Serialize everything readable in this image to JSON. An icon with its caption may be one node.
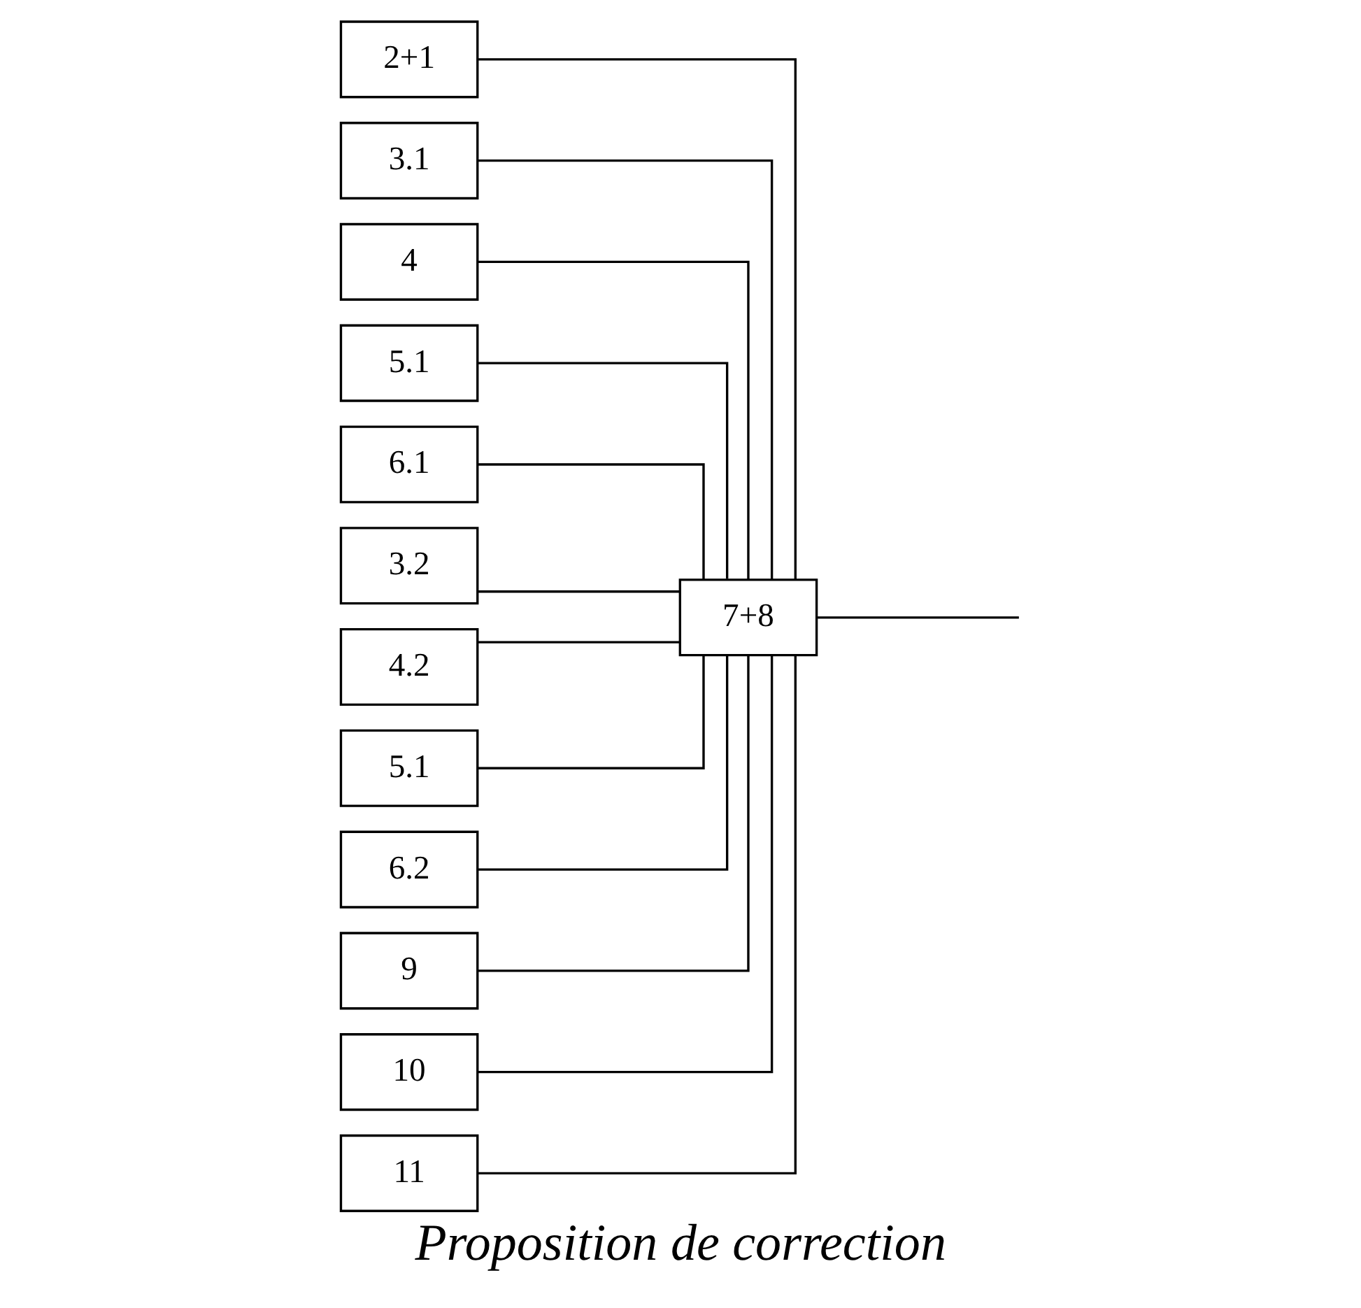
{
  "diagram": {
    "caption": "Proposition de correction",
    "nodes": [
      {
        "text": [
          "2+1"
        ]
      },
      {
        "text": [
          "3.1"
        ]
      },
      {
        "text": [
          "4"
        ]
      },
      {
        "text": [
          "5.1"
        ]
      },
      {
        "text": [
          "6.1"
        ]
      },
      {
        "text": [
          "7+8"
        ]
      },
      {
        "text": [
          "3.2"
        ]
      },
      {
        "text": [
          "4.2"
        ]
      },
      {
        "text": [
          "5.1"
        ]
      },
      {
        "text": [
          "6.2"
        ]
      },
      {
        "text": [
          "9"
        ]
      },
      {
        "text": [
          "10"
        ]
      },
      {
        "text": [
          "11"
        ]
      }
    ],
    "edges": [
      {
        "from": 0,
        "to": 5,
        "arrow": "none"
      },
      {
        "from": 1,
        "to": 5,
        "arrow": "none"
      },
      {
        "from": 2,
        "to": 5,
        "arrow": "none"
      },
      {
        "from": 3,
        "to": 5,
        "arrow": "none"
      },
      {
        "from": 4,
        "to": 5,
        "arrow": "none"
      },
      {
        "from": 6,
        "to": 5,
        "arrow": "none"
      },
      {
        "from": 7,
        "to": 5,
        "arrow": "none"
      },
      {
        "from": 8,
        "to": 5,
        "arrow": "none"
      },
      {
        "from": 9,
        "to": 5,
        "arrow": "none"
      },
      {
        "from": 10,
        "to": 5,
        "arrow": "none"
      },
      {
        "from": 11,
        "to": 5,
        "arrow": "none"
      },
      {
        "from": 12,
        "to": 5,
        "arrow": "none"
      },
      {
        "from": 5,
        "to": null,
        "arrow": "none"
      }
    ]
  }
}
